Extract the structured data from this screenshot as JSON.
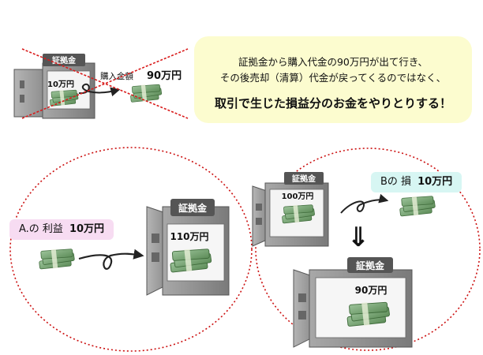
{
  "note": {
    "line1": "証拠金から購入代金の90万円が出て行き、",
    "line2": "その後売却（清算）代金が戻ってくるのではなく、",
    "emphasis": "取引で生じた損益分のお金をやりとりする！"
  },
  "top_example": {
    "safe_label": "証拠金",
    "amount": "10万円",
    "purchase_label": "購入金額",
    "purchase_amount": "90万円"
  },
  "profit_example": {
    "tag_label": "A.の 利益",
    "tag_amount": "10万円",
    "safe_label": "証拠金",
    "amount": "110万円"
  },
  "loss_example": {
    "tag_label": "Bの 損",
    "tag_amount": "10万円",
    "before_label": "証拠金",
    "before_amount": "100万円",
    "arrow": "⇓",
    "after_label": "証拠金",
    "after_amount": "90万円"
  },
  "colors": {
    "safe_body": "#8c8c8c",
    "safe_dark": "#5e5e5e",
    "money": "#6f9e68",
    "cross": "#d91a1a",
    "circle": "#cc1111",
    "note_bg": "#fcfccf",
    "profit_tag_bg": "#f7dcf2",
    "loss_tag_bg": "#d7f6f3"
  }
}
